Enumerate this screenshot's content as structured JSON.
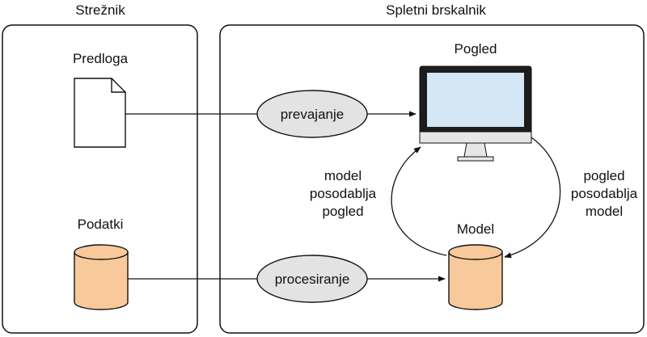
{
  "panels": {
    "server": {
      "title": "Strežnik"
    },
    "browser": {
      "title": "Spletni brskalnik"
    }
  },
  "nodes": {
    "template": {
      "label": "Predloga"
    },
    "data": {
      "label": "Podatki"
    },
    "view": {
      "label": "Pogled"
    },
    "model": {
      "label": "Model"
    },
    "compile": {
      "label": "prevajanje"
    },
    "process": {
      "label": "procesiranje"
    }
  },
  "cycle": {
    "model_updates_view": [
      "model",
      "posodablja",
      "pogled"
    ],
    "view_updates_model": [
      "pogled",
      "posodablja",
      "model"
    ]
  },
  "colors": {
    "cylinder_fill": "#f7c99b",
    "ellipse_fill": "#e3e3e3",
    "screen_fill": "#d5e6f4",
    "monitor_frame": "#1c1c1c",
    "monitor_chin": "#e6e6e6",
    "line": "#111111"
  }
}
